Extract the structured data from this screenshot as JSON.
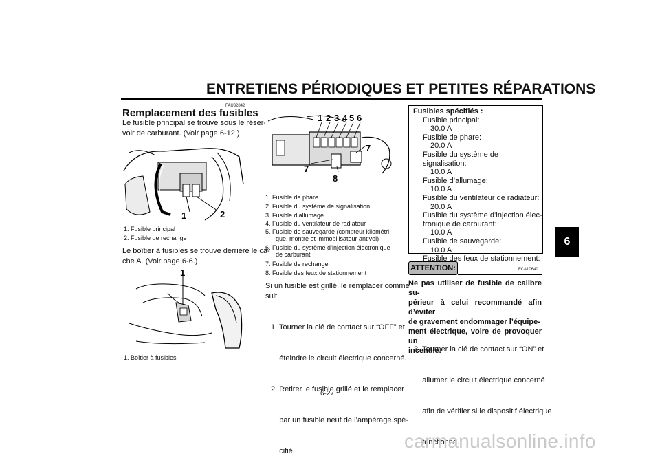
{
  "header": {
    "title": "ENTRETIENS PÉRIODIQUES ET PETITES RÉPARATIONS",
    "chapter_tab": "6"
  },
  "col1": {
    "code": "FAU32842",
    "section_title": "Remplacement des fusibles",
    "intro": [
      "Le fusible principal se trouve sous le réser-",
      "voir de carburant. (Voir page 6-12.)"
    ],
    "fig1_callouts": [
      "1",
      "2"
    ],
    "fig1_captions": [
      "1. Fusible principal",
      "2. Fusible de rechange"
    ],
    "para2": [
      "Le boîtier à fusibles se trouve derrière le ca-",
      "che A. (Voir page 6-6.)"
    ],
    "fig2_callouts": [
      "1"
    ],
    "fig2_captions": [
      "1. Boîtier à fusibles"
    ]
  },
  "col2": {
    "fig_callouts": [
      "1",
      "2",
      "3",
      "4",
      "5",
      "6",
      "7",
      "7",
      "8"
    ],
    "captions": [
      "1.  Fusible de phare",
      "2.  Fusible du système de signalisation",
      "3.  Fusible d’allumage",
      "4.  Fusible du ventilateur de radiateur",
      "5.  Fusible de sauvegarde (compteur kilométri-",
      "      que, montre et immobilisateur antivol)",
      "6.  Fusible du système d’injection électronique",
      "      de carburant",
      "7.  Fusible de rechange",
      "8.  Fusible des feux de stationnement"
    ],
    "text_intro": [
      "Si un fusible est grillé, le remplacer comme",
      "suit."
    ],
    "steps": [
      "1. Tourner la clé de contact sur “OFF” et",
      "    éteindre le circuit électrique concerné.",
      "2. Retirer le fusible grillé et le remplacer",
      "    par un fusible neuf de l’ampérage spé-",
      "    cifié."
    ]
  },
  "col3": {
    "spec": {
      "heading": "Fusibles spécifiés :",
      "items": [
        {
          "name": [
            "Fusible principal:"
          ],
          "value": "30.0 A"
        },
        {
          "name": [
            "Fusible de phare:"
          ],
          "value": "20.0 A"
        },
        {
          "name": [
            "Fusible du système de signalisation:"
          ],
          "value": "10.0 A"
        },
        {
          "name": [
            "Fusible d’allumage:"
          ],
          "value": "10.0 A"
        },
        {
          "name": [
            "Fusible du ventilateur de radiateur:"
          ],
          "value": "20.0 A"
        },
        {
          "name": [
            "Fusible du système d’injection élec-",
            "tronique de carburant:"
          ],
          "value": "10.0 A"
        },
        {
          "name": [
            "Fusible de sauvegarde:"
          ],
          "value": "10.0 A"
        },
        {
          "name": [
            "Fusible des feux de stationnement:"
          ],
          "value": "10.0 A"
        }
      ]
    },
    "attention_label": "ATTENTION:",
    "attention_code": "FCA10640",
    "warning": [
      "Ne pas utiliser de fusible de calibre su-",
      "périeur à celui recommandé afin d’éviter",
      "de gravement endommager l’équipe-",
      "ment électrique, voire de provoquer un",
      "incendie."
    ],
    "step3": [
      "3. Tourner la clé de contact sur “ON” et",
      "    allumer le circuit électrique concerné",
      "    afin de vérifier si le dispositif électrique",
      "    fonctionne."
    ]
  },
  "page_number": "6-27",
  "watermark": "carmanualsonline.info"
}
